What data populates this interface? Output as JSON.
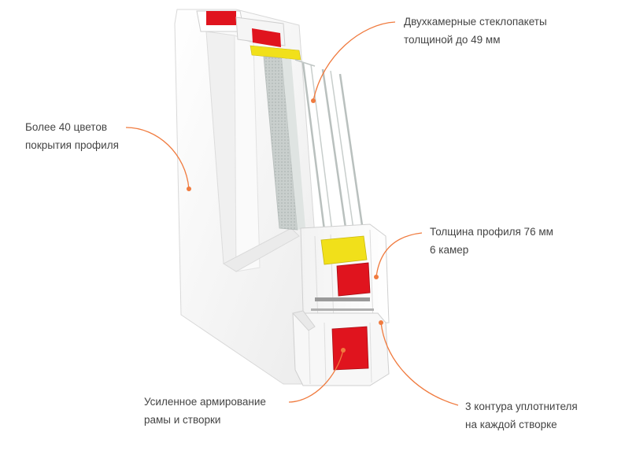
{
  "colors": {
    "accent": "#f07b3f",
    "text": "#444444",
    "frame": "#f6f6f6",
    "frame_shade": "#e6e6e6",
    "reinforcement": "#e0141e",
    "seal": "#f1e01a",
    "glass": "#cfd6d4"
  },
  "callouts": [
    {
      "id": "glass",
      "lines": [
        "Двухкамерные стеклопакеты",
        "толщиной до 49 мм"
      ]
    },
    {
      "id": "colors",
      "lines": [
        "Более 40 цветов",
        "покрытия профиля"
      ]
    },
    {
      "id": "profile",
      "lines": [
        "Толщина профиля 76 мм",
        "6 камер"
      ]
    },
    {
      "id": "steel",
      "lines": [
        "Усиленное армирование",
        "рамы и створки"
      ]
    },
    {
      "id": "seals",
      "lines": [
        "3 контура уплотнителя",
        "на каждой створке"
      ]
    }
  ]
}
